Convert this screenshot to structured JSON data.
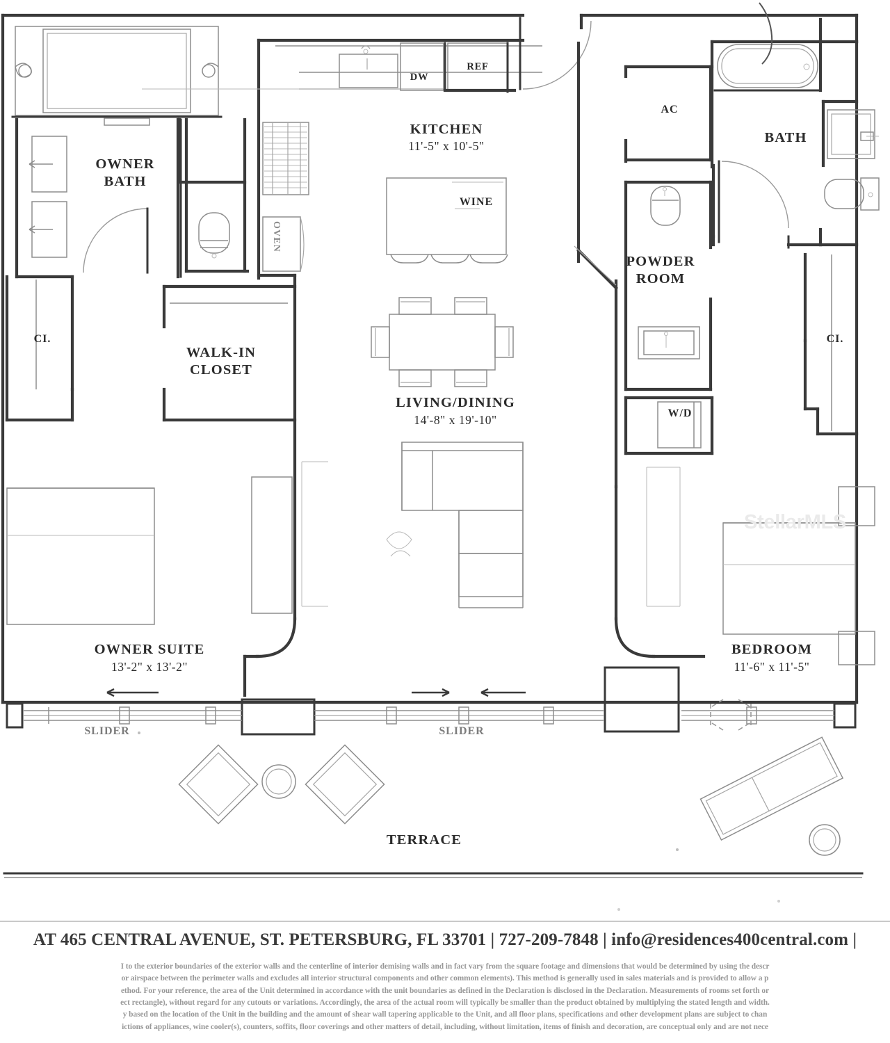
{
  "document": {
    "type": "residential-floor-plan",
    "watermark": "StellarMLS"
  },
  "rooms": [
    {
      "key": "owner_bath",
      "name": "OWNER\nBATH",
      "label": "OWNER BATH",
      "dimensions": ""
    },
    {
      "key": "kitchen",
      "name": "KITCHEN",
      "label": "KITCHEN",
      "dimensions": "11'-5\" x 10'-5\""
    },
    {
      "key": "bath",
      "name": "BATH",
      "label": "BATH",
      "dimensions": ""
    },
    {
      "key": "powder_room",
      "name": "POWDER\nROOM",
      "label": "POWDER ROOM",
      "dimensions": ""
    },
    {
      "key": "walk_in_closet",
      "name": "WALK-IN\nCLOSET",
      "label": "WALK-IN CLOSET",
      "dimensions": ""
    },
    {
      "key": "living_dining",
      "name": "LIVING/DINING",
      "label": "LIVING/DINING",
      "dimensions": "14'-8\" x 19'-10\""
    },
    {
      "key": "owner_suite",
      "name": "OWNER SUITE",
      "label": "OWNER SUITE",
      "dimensions": "13'-2\" x 13'-2\""
    },
    {
      "key": "bedroom",
      "name": "BEDROOM",
      "label": "BEDROOM",
      "dimensions": "11'-6\" x 11'-5\""
    },
    {
      "key": "terrace",
      "name": "TERRACE",
      "label": "TERRACE",
      "dimensions": ""
    }
  ],
  "labels": {
    "owner_bath_l1": "OWNER",
    "owner_bath_l2": "BATH",
    "kitchen": "KITCHEN",
    "kitchen_dim": "11'-5\" x 10'-5\"",
    "bath": "BATH",
    "powder_l1": "POWDER",
    "powder_l2": "ROOM",
    "walkin_l1": "WALK-IN",
    "walkin_l2": "CLOSET",
    "living_dining": "LIVING/DINING",
    "living_dining_dim": "14'-8\" x 19'-10\"",
    "owner_suite": "OWNER SUITE",
    "owner_suite_dim": "13'-2\" x 13'-2\"",
    "bedroom": "BEDROOM",
    "bedroom_dim": "11'-6\" x 11'-5\"",
    "terrace": "TERRACE",
    "closet_left": "CI.",
    "closet_right": "CI.",
    "ac": "AC",
    "wd": "W/D",
    "dw": "DW",
    "ref": "REF",
    "wine": "WINE",
    "oven": "OVEN",
    "slider_left": "SLIDER",
    "slider_right": "SLIDER"
  },
  "footer": {
    "address_line": "AT 465 CENTRAL AVENUE, ST. PETERSBURG, FL 33701 | 727-209-7848 | info@residences400central.com |",
    "street": "465 CENTRAL AVENUE",
    "city_state_zip": "ST. PETERSBURG, FL 33701",
    "phone": "727-209-7848",
    "email": "info@residences400central.com",
    "disclaimer_lines": [
      "I to the exterior boundaries of the exterior walls and the centerline of interior demising walls and in fact vary from the square footage and dimensions that would be determined by using the descr",
      "or airspace between the perimeter walls and excludes all interior structural components and other common elements). This method is generally used in sales materials and is provided to allow a p",
      "ethod. For your reference, the area of the Unit determined in accordance with the unit boundaries as defined in the Declaration is disclosed in the Declaration. Measurements of rooms set forth or",
      "ect rectangle), without regard for any cutouts or variations. Accordingly, the area of the actual room will typically be smaller than the product obtained by multiplying the stated length and width.",
      "y based on the location of the Unit in the building and the amount of shear wall tapering applicable to the Unit, and all floor plans, specifications and other development plans are subject to chan",
      "ictions of appliances, wine cooler(s), counters, soffits, floor coverings and other matters of detail, including, without limitation, items of finish and decoration, are conceptual only and are not nece"
    ]
  },
  "colors": {
    "wall": "#3a3a3a",
    "thin_line": "#8d8d8d",
    "text": "#2b2b2b",
    "footer_text": "#3a3a3a",
    "fineprint": "#8a8a8a",
    "watermark": "#eaeaea",
    "background": "#ffffff"
  }
}
